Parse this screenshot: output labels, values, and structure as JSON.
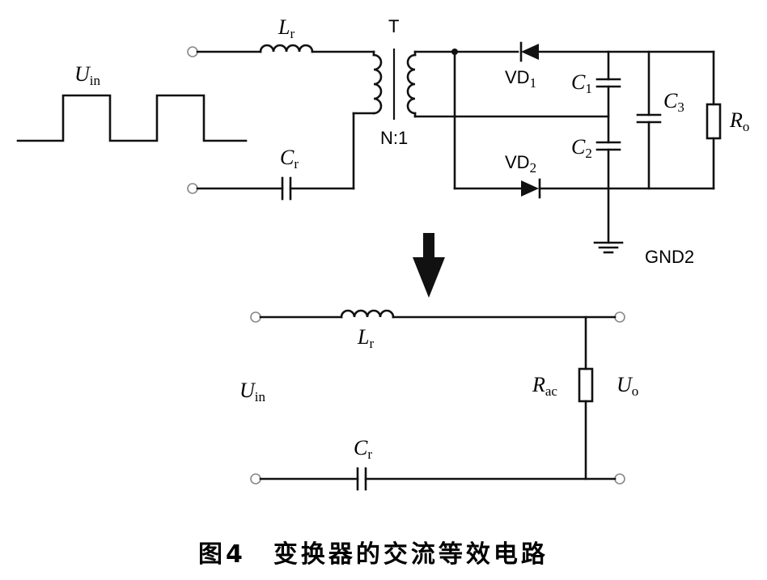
{
  "top_circuit": {
    "input_voltage": {
      "main": "U",
      "sub": "in"
    },
    "inductor": {
      "main": "L",
      "sub": "r"
    },
    "capacitor": {
      "main": "C",
      "sub": "r"
    },
    "transformer_label": "T",
    "turns_ratio": "N:1",
    "diode1": {
      "main": "VD",
      "sub": "1"
    },
    "diode2": {
      "main": "VD",
      "sub": "2"
    },
    "cap1": {
      "main": "C",
      "sub": "1"
    },
    "cap2": {
      "main": "C",
      "sub": "2"
    },
    "cap3": {
      "main": "C",
      "sub": "3"
    },
    "load": {
      "main": "R",
      "sub": "o"
    },
    "ground_label": "GND2"
  },
  "equivalent_circuit": {
    "input_voltage": {
      "main": "U",
      "sub": "in"
    },
    "inductor": {
      "main": "L",
      "sub": "r"
    },
    "capacitor": {
      "main": "C",
      "sub": "r"
    },
    "resistor": {
      "main": "R",
      "sub": "ac"
    },
    "output_voltage": {
      "main": "U",
      "sub": "o"
    }
  },
  "caption": "图4　变换器的交流等效电路"
}
